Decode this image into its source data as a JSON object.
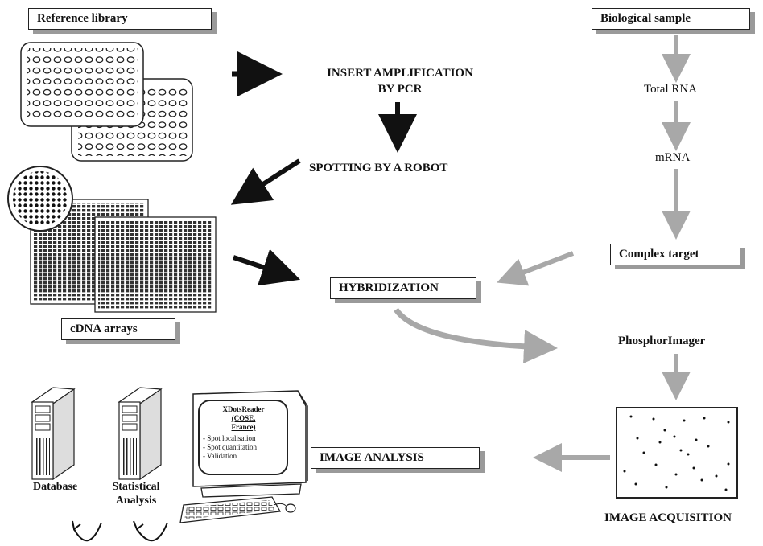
{
  "boxes": {
    "reference_library": "Reference library",
    "biological_sample": "Biological sample",
    "complex_target": "Complex target",
    "cdna_arrays": "cDNA arrays",
    "hybridization": "HYBRIDIZATION",
    "image_analysis": "IMAGE ANALYSIS"
  },
  "steps": {
    "insert_amplification_line1": "INSERT AMPLIFICATION",
    "insert_amplification_line2": "BY PCR",
    "spotting": "SPOTTING BY A ROBOT",
    "total_rna": "Total RNA",
    "mrna": "mRNA",
    "phosphorimager": "PhosphorImager",
    "image_acquisition": "IMAGE ACQUISITION"
  },
  "computer_screen": {
    "title_line1": "XDotsReader",
    "title_line2": "(COSE,",
    "title_line3": "France)",
    "items": [
      "- Spot localisation",
      "- Spot quantitation",
      "- Validation"
    ]
  },
  "tools": {
    "database": "Database",
    "statistical_line1": "Statistical",
    "statistical_line2": "Analysis"
  },
  "colors": {
    "black_arrow": "#111111",
    "gray_arrow": "#a8a8a8",
    "box_shadow": "#9a9a9a"
  }
}
